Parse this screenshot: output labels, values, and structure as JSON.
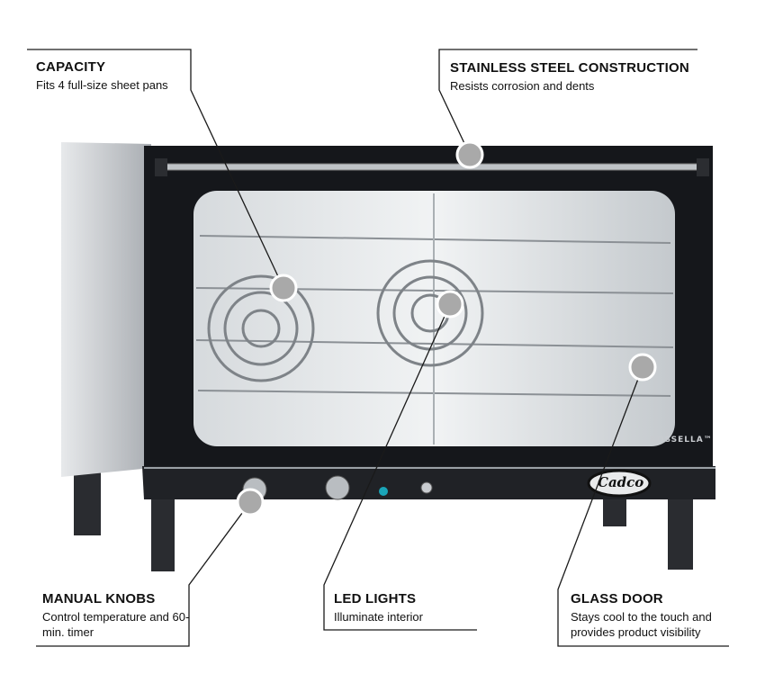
{
  "callouts": [
    {
      "title": "CAPACITY",
      "desc": "Fits 4 full-size sheet pans"
    },
    {
      "title": "STAINLESS STEEL CONSTRUCTION",
      "desc": "Resists corrosion and dents"
    },
    {
      "title": "MANUAL KNOBS",
      "desc": "Control temperature and 60-min. timer"
    },
    {
      "title": "LED LIGHTS",
      "desc": "Illuminate interior"
    },
    {
      "title": "GLASS DOOR",
      "desc": "Stays cool to the touch and provides product visibility"
    }
  ],
  "product": {
    "model_label": "ROSSELLA™",
    "brand_logo": "Cadco"
  },
  "colors": {
    "panel": "#15171b",
    "steel": "#c9ccd0",
    "glass": "#e6e9ec",
    "dot": "#a9a9a9",
    "line": "#1a1a1a"
  }
}
